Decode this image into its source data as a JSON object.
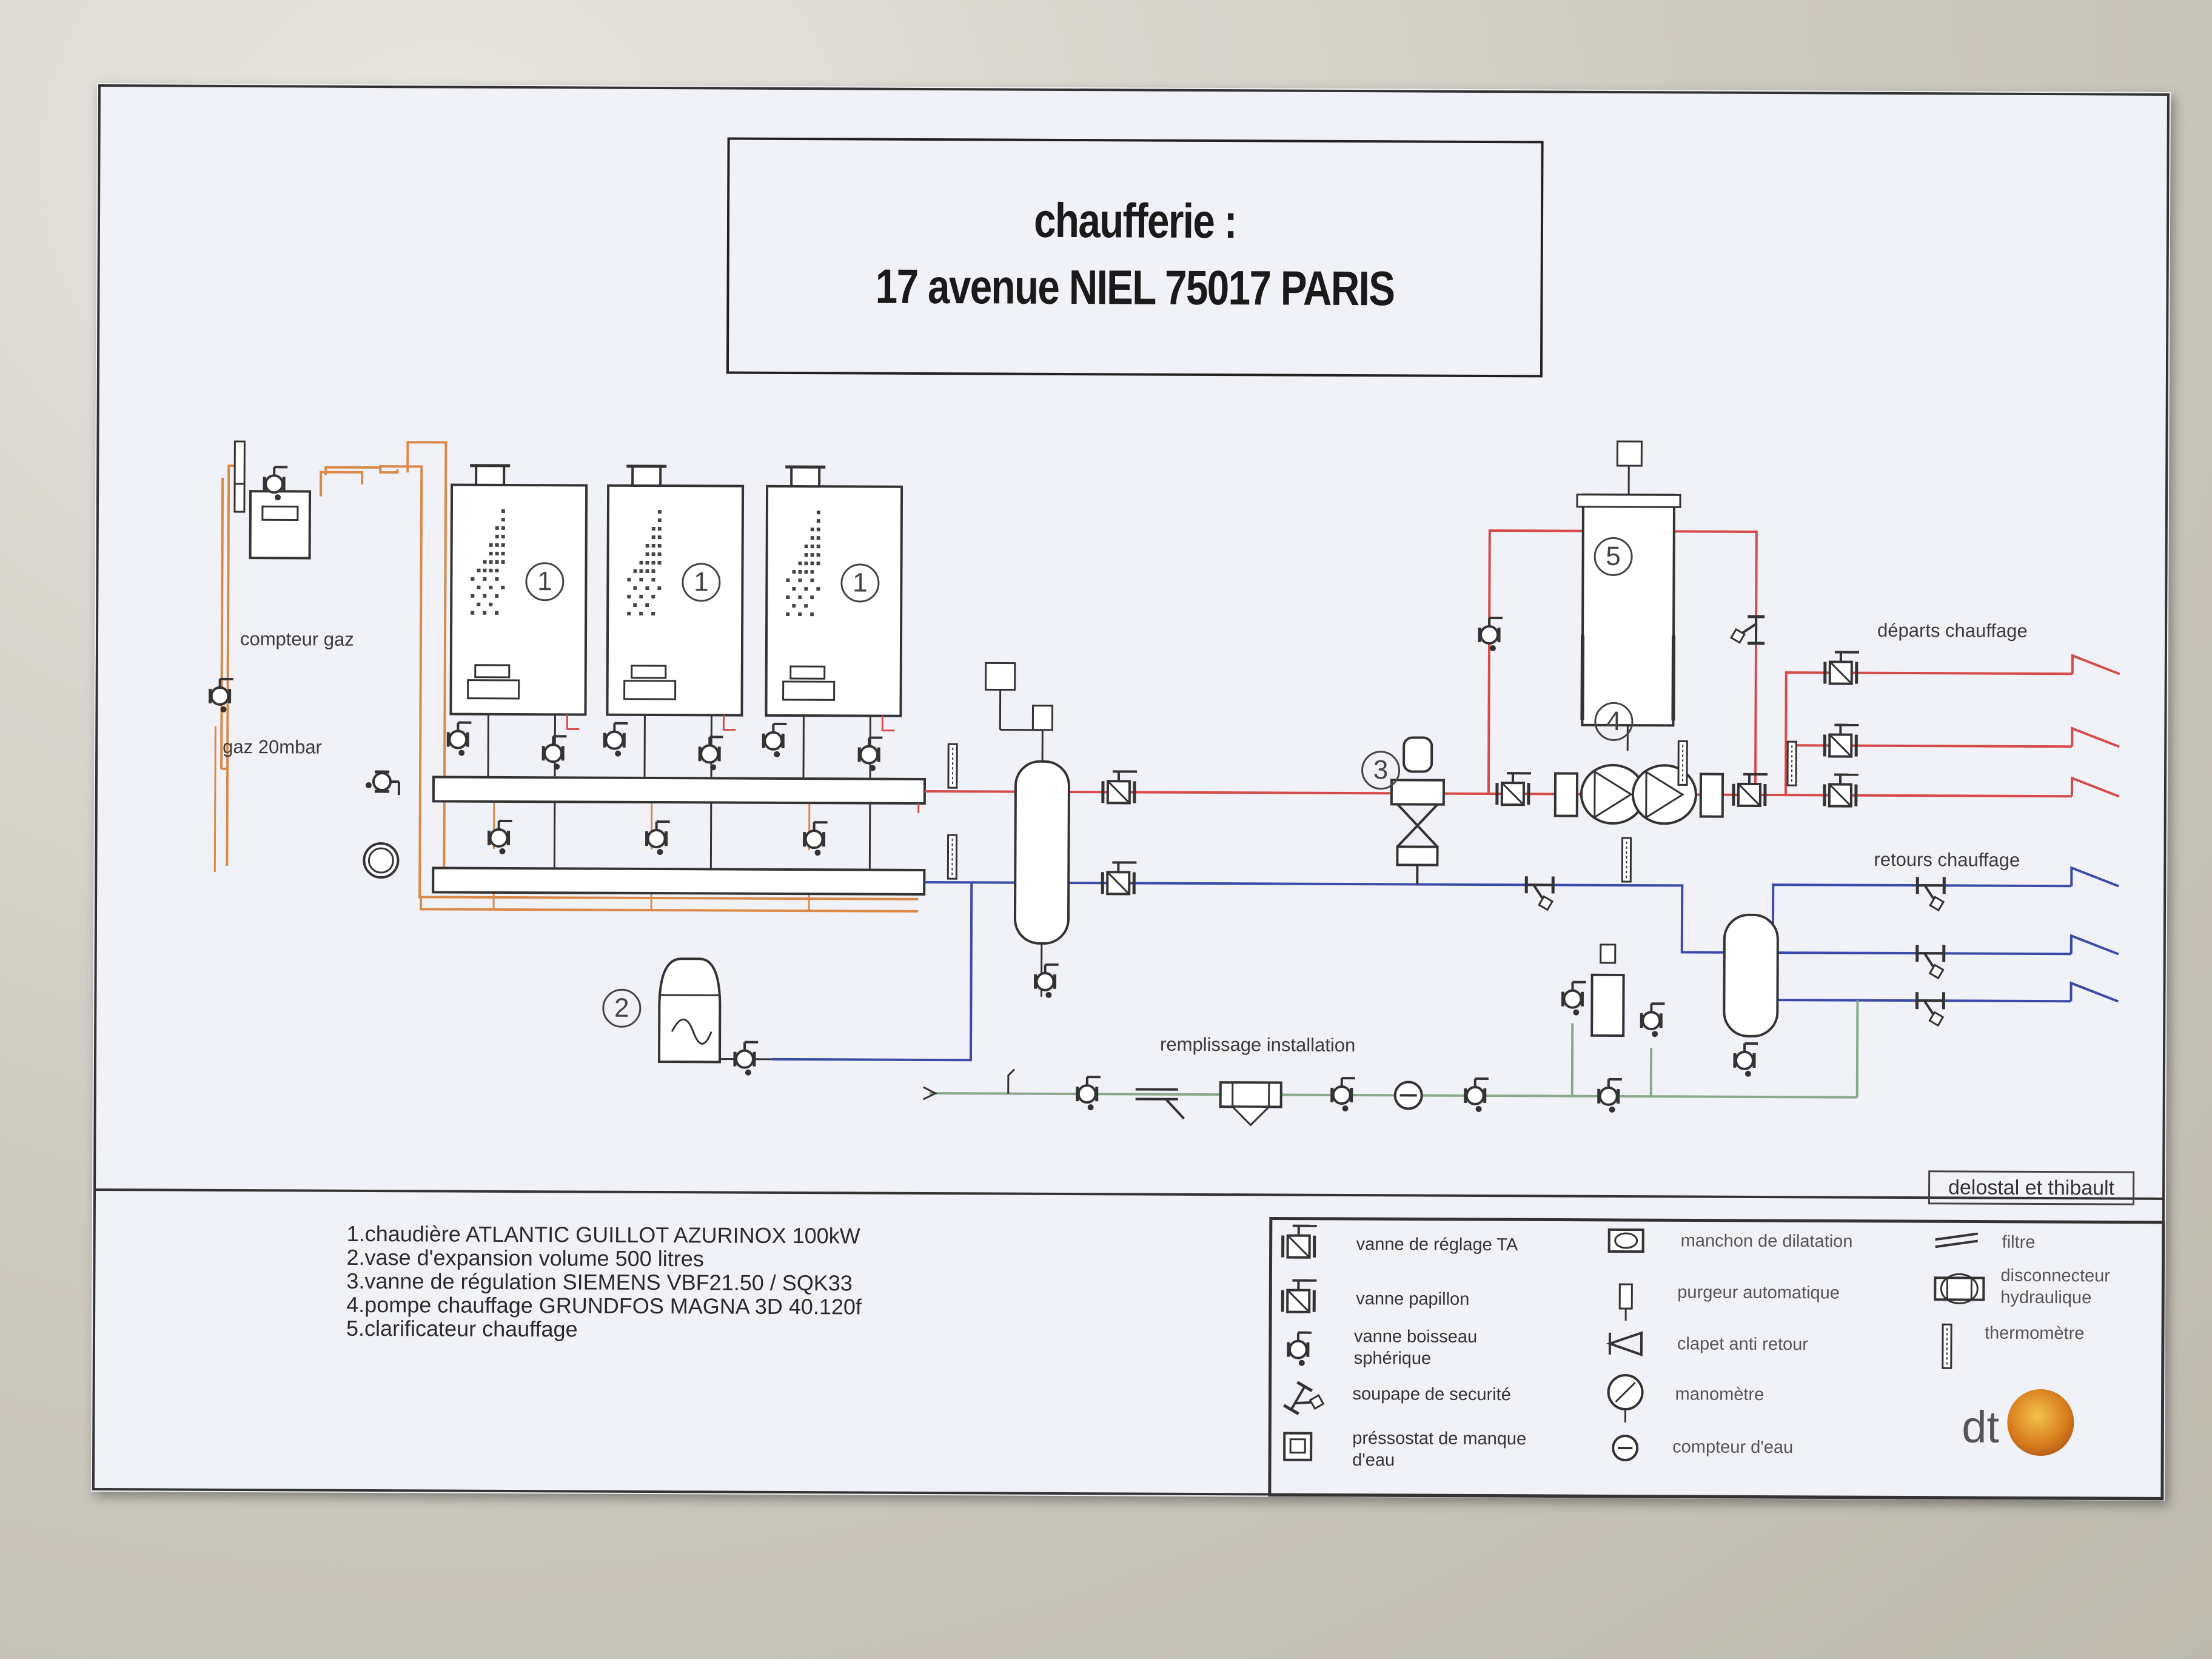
{
  "title": {
    "line1": "chaufferie :",
    "line2": "17 avenue NIEL 75017 PARIS"
  },
  "diagram_labels": {
    "gas_meter": "compteur gaz",
    "gas_pressure": "gaz 20mbar",
    "fill": "remplissage installation",
    "flows": "départs chauffage",
    "returns": "retours chauffage",
    "boiler_number": "1",
    "vessel_number": "2",
    "valve_number": "3",
    "pump_number": "4",
    "clarifier_number": "5"
  },
  "equipment_list": [
    "1.chaudière ATLANTIC GUILLOT AZURINOX 100kW",
    "2.vase d'expansion volume 500 litres",
    "3.vanne de régulation SIEMENS VBF21.50 / SQK33",
    "4.pompe chauffage GRUNDFOS MAGNA 3D 40.120f",
    "5.clarificateur chauffage"
  ],
  "legend": {
    "col1": [
      {
        "label": "vanne de réglage TA",
        "icon": "balancing-valve-icon"
      },
      {
        "label": "vanne papillon",
        "icon": "butterfly-valve-icon"
      },
      {
        "label": "vanne boisseau\nsphérique",
        "icon": "ball-valve-icon"
      },
      {
        "label": "soupape de securité",
        "icon": "safety-valve-icon"
      },
      {
        "label": "préssostat de manque\nd'eau",
        "icon": "pressure-switch-icon"
      }
    ],
    "col2": [
      {
        "label": "manchon de dilatation",
        "icon": "expansion-joint-icon"
      },
      {
        "label": "purgeur automatique",
        "icon": "air-vent-icon"
      },
      {
        "label": "clapet anti retour",
        "icon": "check-valve-icon"
      },
      {
        "label": "manomètre",
        "icon": "pressure-gauge-icon"
      },
      {
        "label": "compteur d'eau",
        "icon": "water-meter-icon"
      }
    ],
    "col3": [
      {
        "label": "filtre",
        "icon": "filter-icon"
      },
      {
        "label": "disconnecteur\nhydraulique",
        "icon": "backflow-preventer-icon"
      },
      {
        "label": "thermomètre",
        "icon": "thermometer-icon"
      }
    ]
  },
  "signature": "delostal et thibault",
  "logo": "dt",
  "colors": {
    "flow_pipe": "#d64a4a",
    "return_pipe": "#3b4aa8",
    "gas_pipe": "#d98a4a",
    "fill_pipe": "#8aa88a",
    "line": "#333333"
  }
}
